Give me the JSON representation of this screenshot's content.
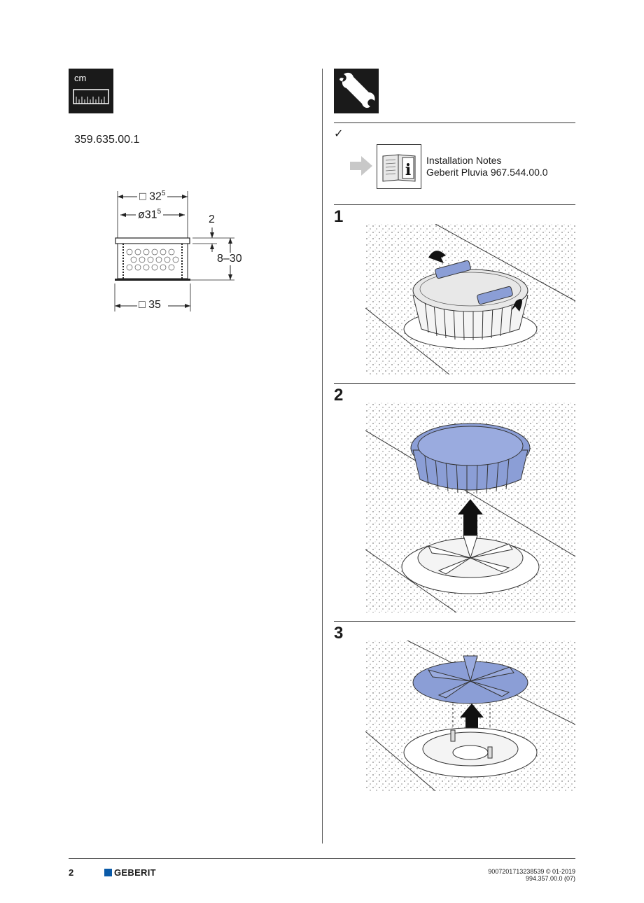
{
  "left": {
    "unit_icon_label": "cm",
    "article_number": "359.635.00.1",
    "dimensions": {
      "outer_square": "32",
      "outer_square_sup": "5",
      "inner_diameter": "31",
      "inner_diameter_sup": "5",
      "top_offset": "2",
      "height_range": "8–30",
      "base_square": "35",
      "square_symbol": "□",
      "diameter_symbol": "ø"
    }
  },
  "right": {
    "check_mark": "✓",
    "info": {
      "line1": "Installation Notes",
      "line2": "Geberit Pluvia 967.544.00.0"
    },
    "steps": [
      {
        "number": "1"
      },
      {
        "number": "2"
      },
      {
        "number": "3"
      }
    ]
  },
  "footer": {
    "page_number": "2",
    "brand": "GEBERIT",
    "doc_code": "9007201713238539 © 01-2019",
    "doc_number": "994.357.00.0 (07)"
  },
  "colors": {
    "accent_blue": "#8b9ed6",
    "brand_blue": "#0a5aa8",
    "dark": "#1a1a1a"
  }
}
